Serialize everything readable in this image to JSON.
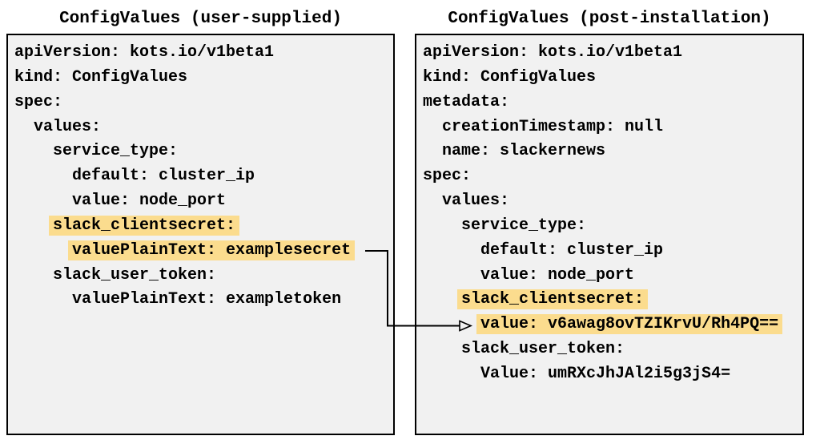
{
  "colors": {
    "panel_background": "#f1f1f1",
    "panel_border": "#000000",
    "highlight": "#fbdc8e",
    "text": "#000000",
    "arrow": "#000000"
  },
  "left_panel": {
    "title": "ConfigValues (user-supplied)",
    "lines": [
      {
        "indent": "",
        "text": "apiVersion: kots.io/v1beta1",
        "highlighted": false
      },
      {
        "indent": "",
        "text": "kind: ConfigValues",
        "highlighted": false
      },
      {
        "indent": "",
        "text": "spec:",
        "highlighted": false
      },
      {
        "indent": "  ",
        "text": "values:",
        "highlighted": false
      },
      {
        "indent": "    ",
        "text": "service_type:",
        "highlighted": false
      },
      {
        "indent": "      ",
        "text": "default: cluster_ip",
        "highlighted": false
      },
      {
        "indent": "      ",
        "text": "value: node_port",
        "highlighted": false
      },
      {
        "indent": "    ",
        "text": "slack_clientsecret:",
        "highlighted": true
      },
      {
        "indent": "      ",
        "text": "valuePlainText: examplesecret",
        "highlighted": true
      },
      {
        "indent": "    ",
        "text": "slack_user_token:",
        "highlighted": false
      },
      {
        "indent": "      ",
        "text": "valuePlainText: exampletoken",
        "highlighted": false
      }
    ]
  },
  "right_panel": {
    "title": "ConfigValues (post-installation)",
    "lines": [
      {
        "indent": "",
        "text": "apiVersion: kots.io/v1beta1",
        "highlighted": false
      },
      {
        "indent": "",
        "text": "kind: ConfigValues",
        "highlighted": false
      },
      {
        "indent": "",
        "text": "metadata:",
        "highlighted": false
      },
      {
        "indent": "  ",
        "text": "creationTimestamp: null",
        "highlighted": false
      },
      {
        "indent": "  ",
        "text": "name: slackernews",
        "highlighted": false
      },
      {
        "indent": "",
        "text": "spec:",
        "highlighted": false
      },
      {
        "indent": "  ",
        "text": "values:",
        "highlighted": false
      },
      {
        "indent": "    ",
        "text": "service_type:",
        "highlighted": false
      },
      {
        "indent": "      ",
        "text": "default: cluster_ip",
        "highlighted": false
      },
      {
        "indent": "      ",
        "text": "value: node_port",
        "highlighted": false
      },
      {
        "indent": "    ",
        "text": "slack_clientsecret:",
        "highlighted": true
      },
      {
        "indent": "      ",
        "text": "value: v6awag8ovTZIKrvU/Rh4PQ==",
        "highlighted": true
      },
      {
        "indent": "    ",
        "text": "slack_user_token:",
        "highlighted": false
      },
      {
        "indent": "      ",
        "text": "Value: umRXcJhJAl2i5g3jS4=",
        "highlighted": false
      }
    ]
  },
  "arrow": {
    "connects_from": "valuePlainText: examplesecret",
    "connects_to": "value: v6awag8ovTZIKrvU/Rh4PQ=="
  }
}
